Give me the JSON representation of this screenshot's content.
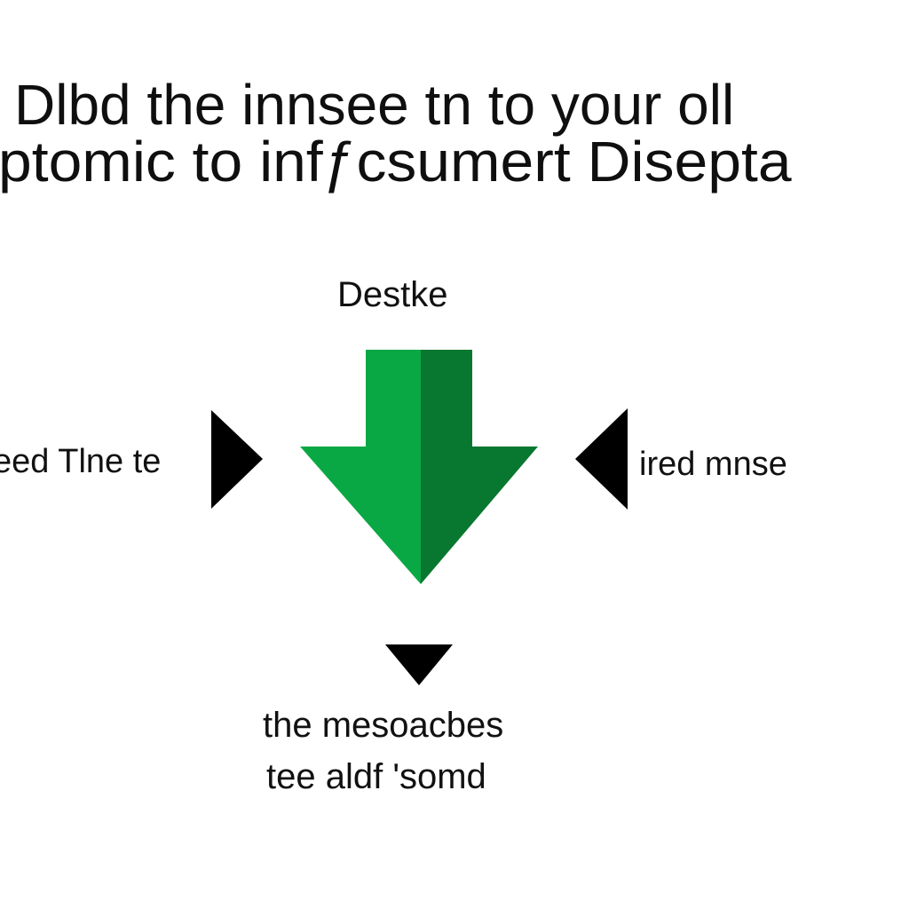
{
  "title": {
    "line1": "Dlbd the innsee tn to your oll",
    "line2": "ptomic to infƒcsumert Disepta"
  },
  "diagram": {
    "top_label": "Destke",
    "left_label": "eed Tlne te",
    "right_label": "ired mnse",
    "bottom_label_line1": "the mesoacbes",
    "bottom_label_line2": "tee aldf 'somd"
  },
  "colors": {
    "arrow_light": "#0aa844",
    "arrow_dark": "#08772f",
    "triangle": "#000000",
    "text": "#111111",
    "background": "#ffffff"
  },
  "icons": {
    "center": "down-arrow-icon",
    "left": "right-pointing-triangle-icon",
    "right": "left-pointing-triangle-icon",
    "bottom": "down-pointing-triangle-icon"
  }
}
